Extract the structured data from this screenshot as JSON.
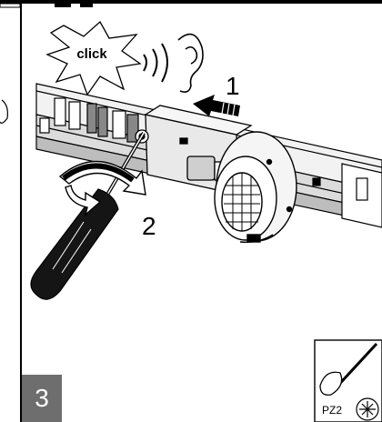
{
  "callout": {
    "sound": "click"
  },
  "steps": {
    "push": "1",
    "screw": "2",
    "panel_number": "3"
  },
  "tool": {
    "bit": "PZ2"
  },
  "colors": {
    "ink": "#000000",
    "step_box": "#6e6e6e",
    "housing": "#e9e9e9",
    "handle": "#151515"
  }
}
